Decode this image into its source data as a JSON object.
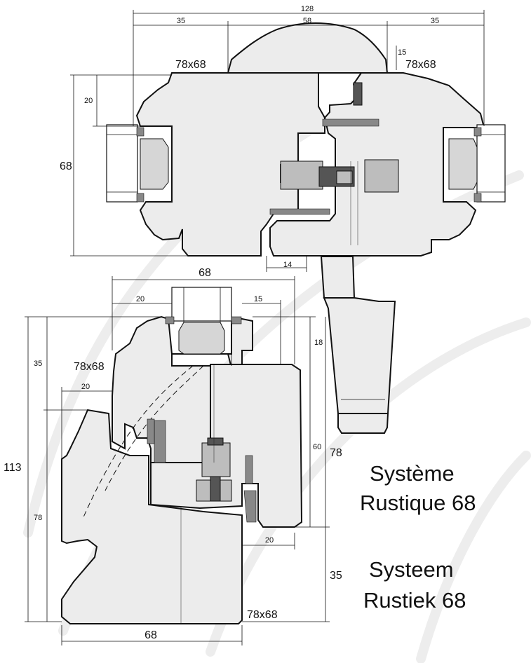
{
  "title": {
    "fr_line1": "Système",
    "fr_line2": "Rustique 68",
    "nl_line1": "Systeem",
    "nl_line2": "Rustiek 68"
  },
  "top_section": {
    "dims": {
      "overall_width": "128",
      "left_width": "35",
      "center_width": "58",
      "right_width": "35",
      "cap_step": "15",
      "height": "68",
      "upper_step": "20",
      "bottom_gap": "14"
    },
    "profile_label_left": "78x68",
    "profile_label_right": "78x68"
  },
  "bottom_section": {
    "dims": {
      "top_width": "68",
      "left_offset": "20",
      "right_offset": "15",
      "overall_height": "113",
      "upper_part": "35",
      "lower_part": "78",
      "glass_step": "18",
      "sash_height": "60",
      "frame_height": "78",
      "left_step": "20",
      "right_step": "20",
      "bottom_part": "35",
      "bottom_width": "68"
    },
    "profile_label_top": "78x68",
    "profile_label_bottom": "78x68"
  },
  "colors": {
    "wood": "#ececec",
    "outline": "#111111",
    "hardware": "#bdbdbd"
  }
}
